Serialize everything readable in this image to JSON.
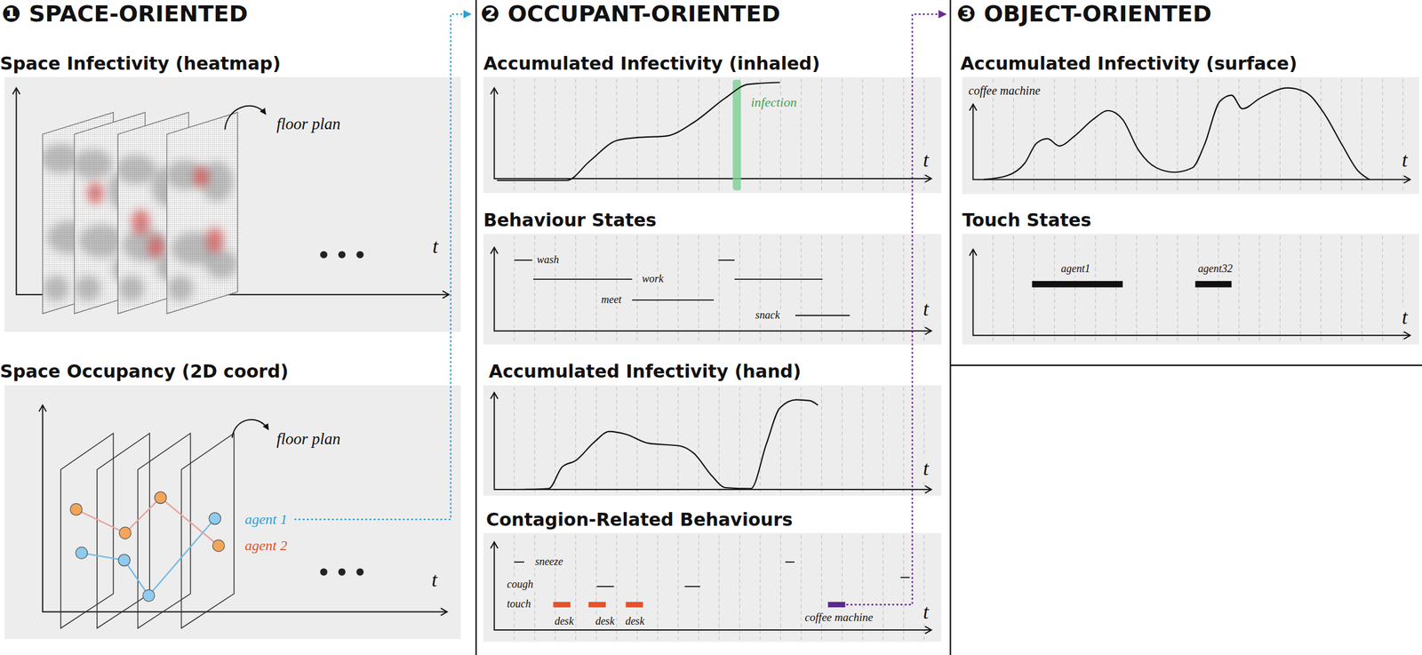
{
  "diagram": {
    "nodes": [
      {
        "text": [
          "❶ SPACE-ORIENTED"
        ]
      },
      {
        "text": [
          "Space Infectivity (heatmap)"
        ],
        "in": 0
      },
      {
        "text": [
          "Space Occupancy (2D coord)"
        ],
        "in": 0
      },
      {
        "text": [
          "❷ OCCUPANT-ORIENTED"
        ]
      },
      {
        "text": [
          "Accumulated Infectivity (inhaled)"
        ],
        "in": 3
      },
      {
        "text": [
          "Behaviour States"
        ],
        "in": 3
      },
      {
        "text": [
          "Accumulated Infectivity (hand)"
        ],
        "in": 3
      },
      {
        "text": [
          "Contagion-Related Behaviours"
        ],
        "in": 3
      },
      {
        "text": [
          "❸ OBJECT-ORIENTED"
        ]
      },
      {
        "text": [
          "Accumulated Infectivity (surface)"
        ],
        "in": 8
      },
      {
        "text": [
          "Touch States"
        ],
        "in": 8
      }
    ],
    "edges": [
      {
        "from": 2,
        "to": 3,
        "arrow": "to"
      },
      {
        "from": 7,
        "to": 8,
        "arrow": "to"
      }
    ],
    "labels": [
      "floor plan",
      "t",
      "floor plan",
      "agent 1",
      "agent 2",
      "t",
      "infection",
      "t",
      "wash",
      "work",
      "meet",
      "snack",
      "t",
      "t",
      "sneeze",
      "cough",
      "touch",
      "desk",
      "desk",
      "desk",
      "coffee machine",
      "t",
      "coffee machine",
      "t",
      "agent1",
      "agent32",
      "t"
    ]
  }
}
